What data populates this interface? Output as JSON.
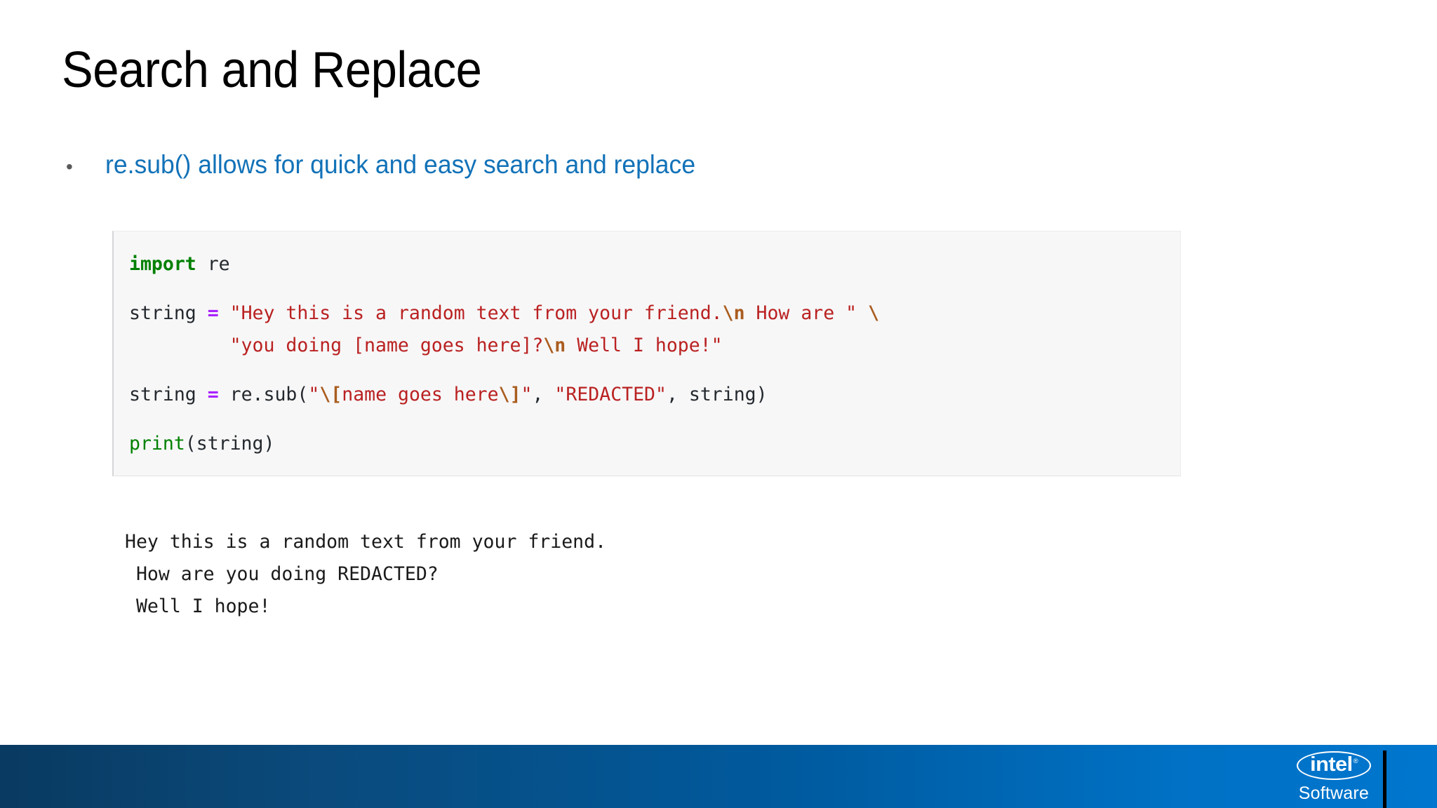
{
  "slide": {
    "title": "Search and Replace",
    "bullet_marker": "•",
    "bullet_text": "re.sub() allows for quick and easy search and replace",
    "bullet_color": "#1272b8",
    "title_color": "#000000"
  },
  "code": {
    "language": "python",
    "background": "#f7f7f8",
    "lines": [
      {
        "id": "line-import",
        "tokens": [
          {
            "t": "import",
            "k": "kw"
          },
          {
            "t": " ",
            "k": "punct"
          },
          {
            "t": "re",
            "k": "name"
          }
        ]
      },
      {
        "id": "line-blank-1",
        "tokens": []
      },
      {
        "id": "line-string-assign",
        "tokens": [
          {
            "t": "string ",
            "k": "name"
          },
          {
            "t": "=",
            "k": "op"
          },
          {
            "t": " ",
            "k": "punct"
          },
          {
            "t": "\"Hey this is a random text from your friend.",
            "k": "str"
          },
          {
            "t": "\\n",
            "k": "esc"
          },
          {
            "t": " How are \"",
            "k": "str"
          },
          {
            "t": " ",
            "k": "punct"
          },
          {
            "t": "\\",
            "k": "esc"
          }
        ]
      },
      {
        "id": "line-string-cont",
        "tokens": [
          {
            "t": "         \"you doing [name goes here]?",
            "k": "str"
          },
          {
            "t": "\\n",
            "k": "esc"
          },
          {
            "t": " Well I hope!\"",
            "k": "str"
          }
        ]
      },
      {
        "id": "line-blank-2",
        "tokens": []
      },
      {
        "id": "line-resub",
        "tokens": [
          {
            "t": "string ",
            "k": "name"
          },
          {
            "t": "=",
            "k": "op"
          },
          {
            "t": " re",
            "k": "name"
          },
          {
            "t": ".",
            "k": "punct"
          },
          {
            "t": "sub",
            "k": "name"
          },
          {
            "t": "(",
            "k": "punct"
          },
          {
            "t": "\"",
            "k": "str"
          },
          {
            "t": "\\[",
            "k": "esc"
          },
          {
            "t": "name goes here",
            "k": "str"
          },
          {
            "t": "\\]",
            "k": "esc"
          },
          {
            "t": "\"",
            "k": "str"
          },
          {
            "t": ", ",
            "k": "punct"
          },
          {
            "t": "\"REDACTED\"",
            "k": "str"
          },
          {
            "t": ", string)",
            "k": "punct"
          }
        ]
      },
      {
        "id": "line-blank-3",
        "tokens": []
      },
      {
        "id": "line-print",
        "tokens": [
          {
            "t": "print",
            "k": "builtin"
          },
          {
            "t": "(string)",
            "k": "punct"
          }
        ]
      }
    ]
  },
  "output": {
    "lines": [
      "Hey this is a random text from your friend.",
      " How are you doing REDACTED?",
      " Well I hope!"
    ]
  },
  "footer": {
    "brand": "intel",
    "trademark": "®",
    "sub_brand": "Software",
    "gradient_from": "#093a61",
    "gradient_to": "#0076ce"
  }
}
